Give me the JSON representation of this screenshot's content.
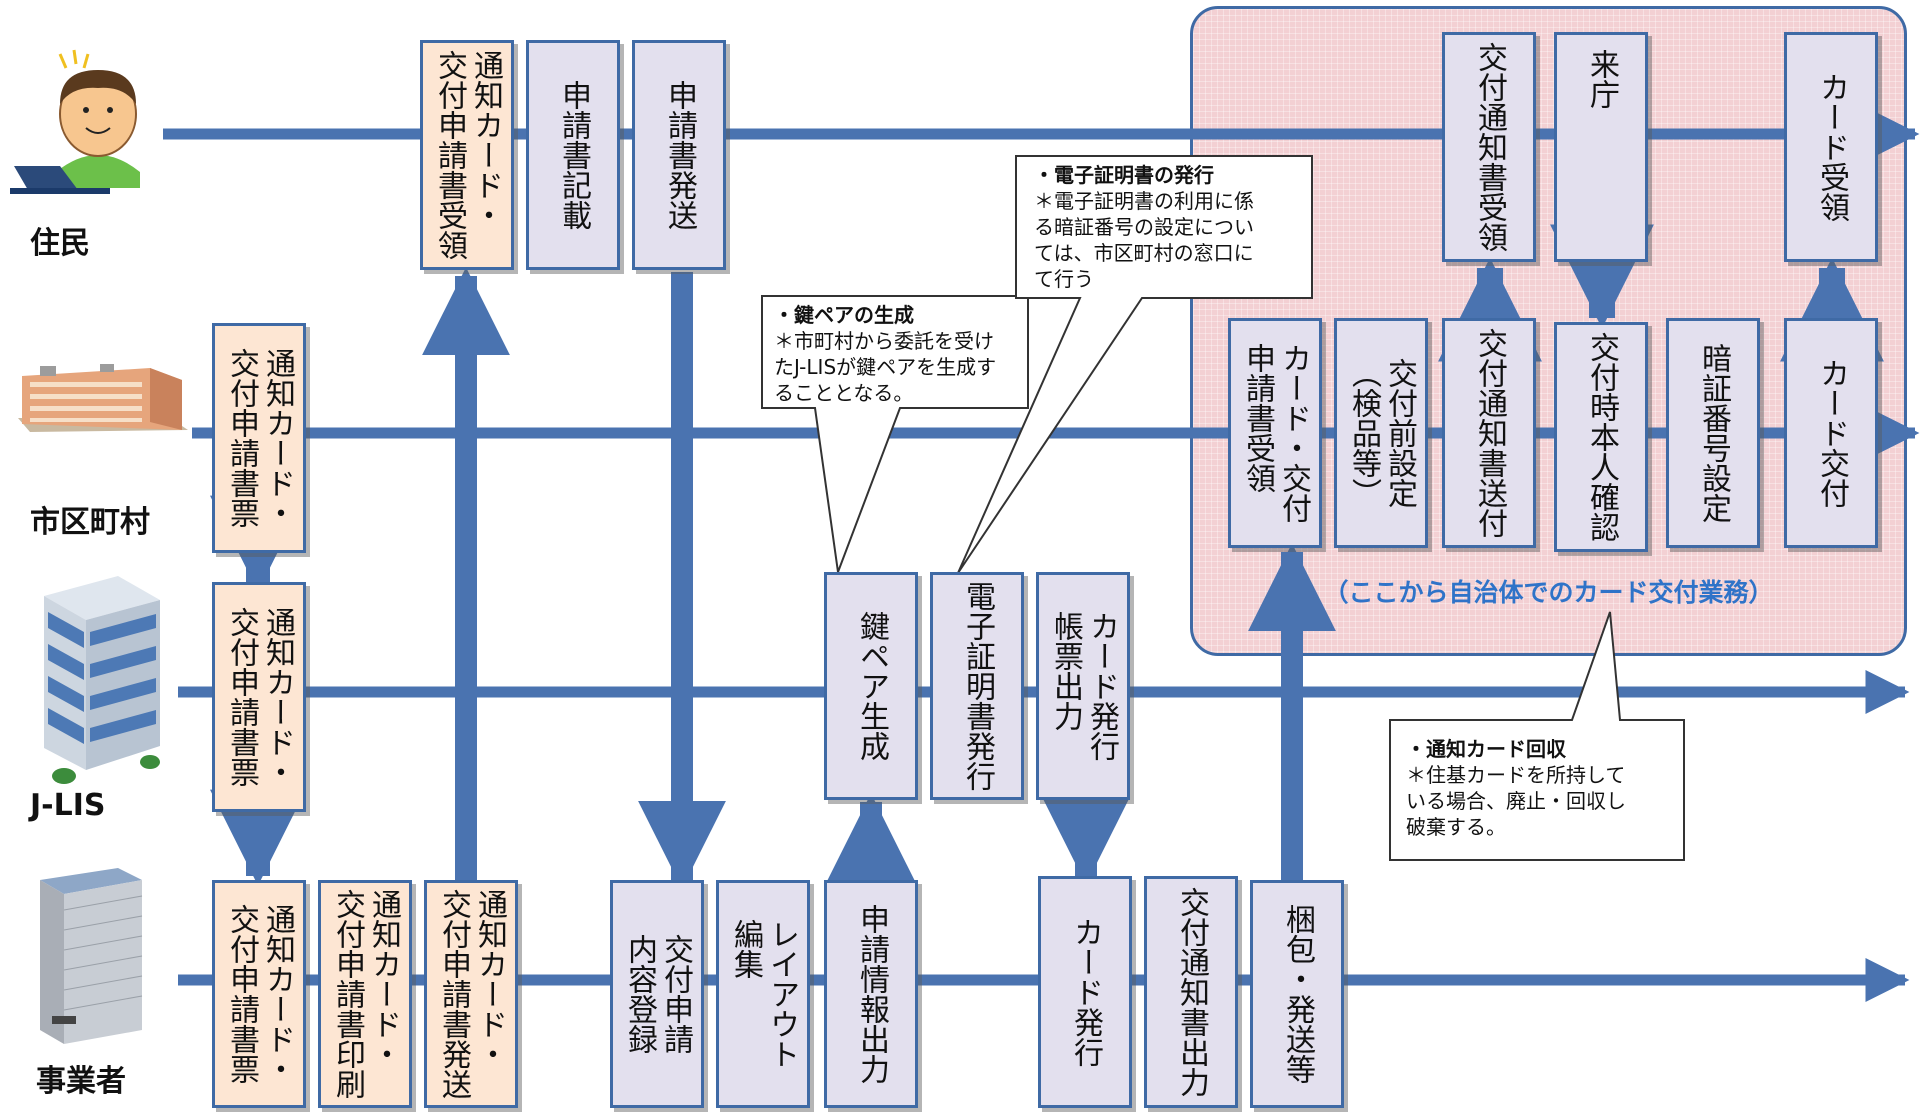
{
  "actors": {
    "resident": "住民",
    "municipality": "市区町村",
    "jlis": "J-LIS",
    "vendor": "事業者"
  },
  "boxes": {
    "resident_receive_notice": "通知カード・\n交付申請書受領",
    "resident_fill": "申請書記載",
    "resident_send": "申請書発送",
    "resident_receive_delivery_notice": "交付通知書受領",
    "resident_visit": "来庁",
    "resident_receive_card": "カード受領",
    "muni_ticket": "通知カード・\n交付申請書票",
    "muni_receive_application": "カード・交付\n申請書受領",
    "muni_preconfig": "交付前設定\n（検品等）",
    "muni_send_notice": "交付通知書送付",
    "muni_identity_check": "交付時本人確認",
    "muni_pin_setting": "暗証番号設定",
    "muni_card_issue": "カード交付",
    "jlis_ticket": "通知カード・\n交付申請書票",
    "jlis_keypair": "鍵ペア生成",
    "jlis_certificate": "電子証明書発行",
    "jlis_form_output": "カード発行\n帳票出力",
    "vendor_ticket": "通知カード・\n交付申請書票",
    "vendor_print": "通知カード・\n交付申請書印刷",
    "vendor_send": "通知カード・\n交付申請書発送",
    "vendor_register": "交付申請\n内容登録",
    "vendor_layout": "レイアウト\n編集",
    "vendor_output_info": "申請情報出力",
    "vendor_card_issue": "カード発行",
    "vendor_notice_output": "交付通知書出力",
    "vendor_packing": "梱包・発送等"
  },
  "region_caption": "（ここから自治体でのカード交付業務）",
  "callouts": {
    "keypair": {
      "title": "・鍵ペアの生成",
      "body": "＊市町村から委託を受け\nたJ-LISが鍵ペアを生成す\nることとなる。"
    },
    "certificate": {
      "title": "・電子証明書の発行",
      "body": "＊電子証明書の利用に係\nる暗証番号の設定につい\nては、市区町村の窓口に\nて行う"
    },
    "recall": {
      "title": "・通知カード回収",
      "body": "＊住基カードを所持して\nいる場合、廃止・回収し\n破棄する。"
    }
  },
  "colors": {
    "arrow": "#4a73b0",
    "box_border": "#3f6aa5",
    "box_peach": "#fde6d3",
    "box_lavender": "#e3e0ee",
    "region_fill": "#f3d0d3",
    "caption": "#2f73c8"
  }
}
